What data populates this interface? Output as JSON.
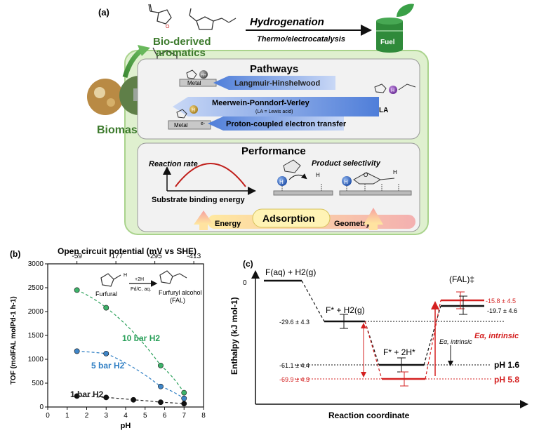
{
  "panel_a": {
    "label": "(a)",
    "bio_derived_line1": "Bio-derived",
    "bio_derived_line2": "aromatics",
    "hydrogenation": "Hydrogenation",
    "thermo_electro": "Thermo/electrocatalysis",
    "fuel": "Fuel",
    "biomass": "Biomass",
    "pathways_title": "Pathways",
    "langmuir": "Langmuir-Hinshelwood",
    "mpv": "Meerwein-Ponndorf-Verley",
    "mpv_note": "(LA = Lewis acid)",
    "pcet": "Proton-coupled electron transfer",
    "metal": "Metal",
    "la": "LA",
    "h_plus": "H+",
    "e_minus": "e-",
    "performance_title": "Performance",
    "reaction_rate": "Reaction rate",
    "substrate_binding": "Substrate binding energy",
    "product_selectivity": "Product selectivity",
    "adsorption": "Adsorption",
    "energy": "Energy",
    "geometry": "Geometry",
    "h_atom": "H",
    "o_atom": "O"
  },
  "panel_b": {
    "label": "(b)",
    "top_axis_title": "Open circuit potential (mV vs SHE)",
    "furfural": "Furfural",
    "furfuryl_alcohol": "Furfuryl alcohol",
    "fal": "(FAL)",
    "arrow_top": "+2H",
    "arrow_bottom": "Pd/C, aq.",
    "chart_data": {
      "type": "scatter",
      "xlabel": "pH",
      "ylabel": "TOF (molFAL molPd-1 h-1)",
      "xlim": [
        0,
        8
      ],
      "ylim": [
        0,
        3000
      ],
      "xticks": [
        "0",
        "1",
        "2",
        "3",
        "4",
        "5",
        "6",
        "7",
        "8"
      ],
      "yticks": [
        "0",
        "500",
        "1000",
        "1500",
        "2000",
        "2500",
        "3000"
      ],
      "top_ticks": [
        {
          "pH": 1.5,
          "label": "-59"
        },
        {
          "pH": 3.5,
          "label": "-177"
        },
        {
          "pH": 5.5,
          "label": "-295"
        },
        {
          "pH": 7.5,
          "label": "-413"
        }
      ],
      "series": [
        {
          "name": "10 bar H2",
          "color": "#2aa05a",
          "fill": "#3db36a",
          "points": [
            [
              1.5,
              2450
            ],
            [
              3.0,
              2080
            ],
            [
              5.8,
              870
            ],
            [
              7.0,
              300
            ]
          ]
        },
        {
          "name": "5 bar H2",
          "color": "#2f7fc4",
          "fill": "#3f86c8",
          "points": [
            [
              1.5,
              1170
            ],
            [
              3.0,
              1120
            ],
            [
              5.8,
              430
            ],
            [
              7.0,
              180
            ]
          ]
        },
        {
          "name": "1 bar H2",
          "color": "#222222",
          "fill": "#111111",
          "points": [
            [
              1.5,
              230
            ],
            [
              3.0,
              200
            ],
            [
              4.4,
              150
            ],
            [
              5.8,
              100
            ],
            [
              7.0,
              70
            ]
          ]
        }
      ]
    }
  },
  "panel_c": {
    "label": "(c)",
    "ylabel": "Enthalpy (kJ mol-1)",
    "xlabel": "Reaction coordinate",
    "zero": "0",
    "state_initial": "F(aq) + H2(g)",
    "state_fstar": "F* + H2(g)",
    "state_f2h": "F* + 2H*",
    "state_ts": "(FAL)‡",
    "val_fstar": "-29.6 ± 4.3",
    "val_f2h_black": "-61.1 ± 4.4",
    "val_f2h_red": "-69.9 ± 4.3",
    "val_ts_red": "-15.8 ± 4.5",
    "val_ts_black": "-19.7 ± 4.6",
    "ph16": "pH 1.6",
    "ph58": "pH 5.8",
    "ea_intrinsic_black": "Eα, intrinsic",
    "ea_intrinsic_red": "Eα, intrinsic"
  }
}
